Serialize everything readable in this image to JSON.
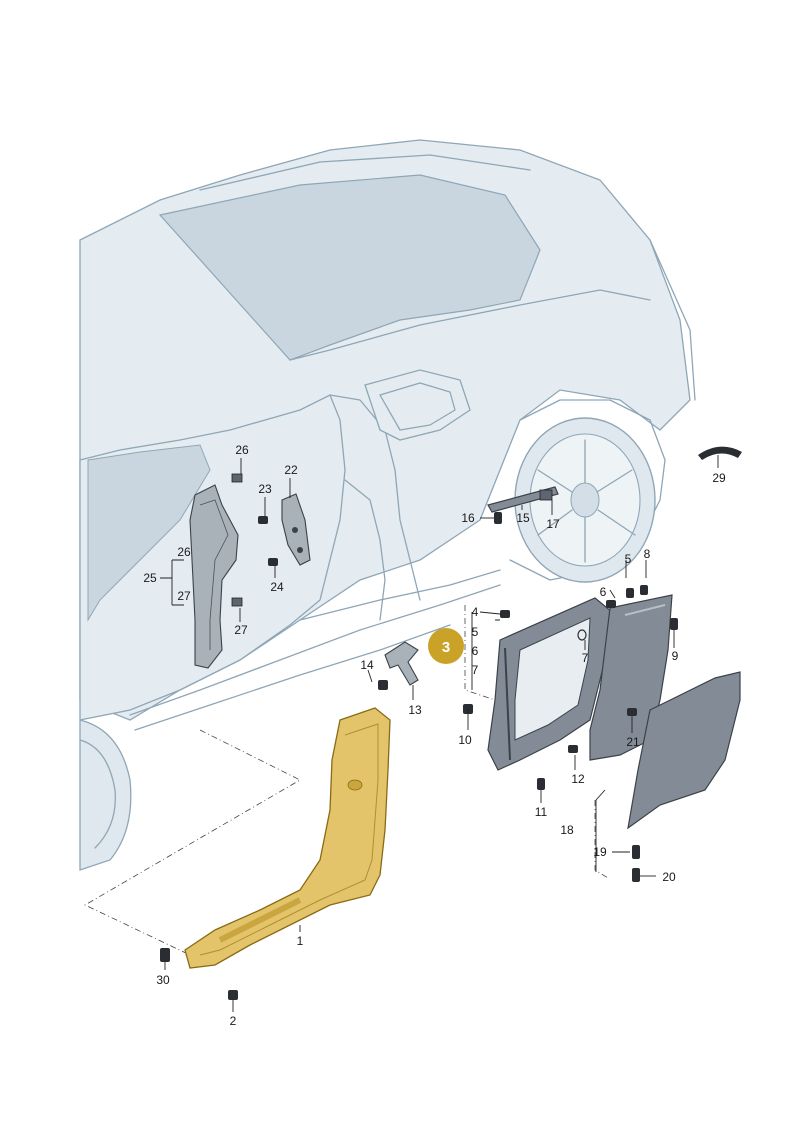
{
  "badge": {
    "label": "3",
    "color": "#c9a227"
  },
  "colors": {
    "highlight_part": "#e3c46a",
    "highlight_stroke": "#8a6a14",
    "car_body": "#e4ecf1",
    "car_outline": "#8fa6b6"
  },
  "callouts": {
    "c1": "1",
    "c2": "2",
    "c4": "4",
    "c5a": "5",
    "c6a": "6",
    "c7a": "7",
    "c5b": "5",
    "c6b": "6",
    "c7b": "7",
    "c8": "8",
    "c9": "9",
    "c10": "10",
    "c11": "11",
    "c12": "12",
    "c13": "13",
    "c14": "14",
    "c15": "15",
    "c16": "16",
    "c17": "17",
    "c18": "18",
    "c19": "19",
    "c20": "20",
    "c21": "21",
    "c22": "22",
    "c23": "23",
    "c24": "24",
    "c25": "25",
    "c26a": "26",
    "c26b": "26",
    "c27a": "27",
    "c27b": "27",
    "c29": "29",
    "c30": "30"
  }
}
